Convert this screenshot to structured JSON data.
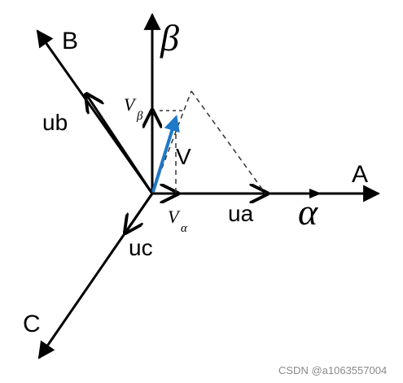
{
  "labels": {
    "beta": "β",
    "alpha": "α",
    "axis_a": "A",
    "axis_b": "B",
    "axis_c": "C",
    "ua": "ua",
    "ub": "ub",
    "uc": "uc",
    "v": "V",
    "v_alpha_base": "V",
    "v_alpha_sub": "α",
    "v_beta_base": "V",
    "v_beta_sub": "β"
  },
  "watermark": "CSDN @a1063557004",
  "colors": {
    "axis": "#000000",
    "vector": "#1f78c8",
    "dashed": "#333333",
    "watermark": "#8a8a8a"
  }
}
